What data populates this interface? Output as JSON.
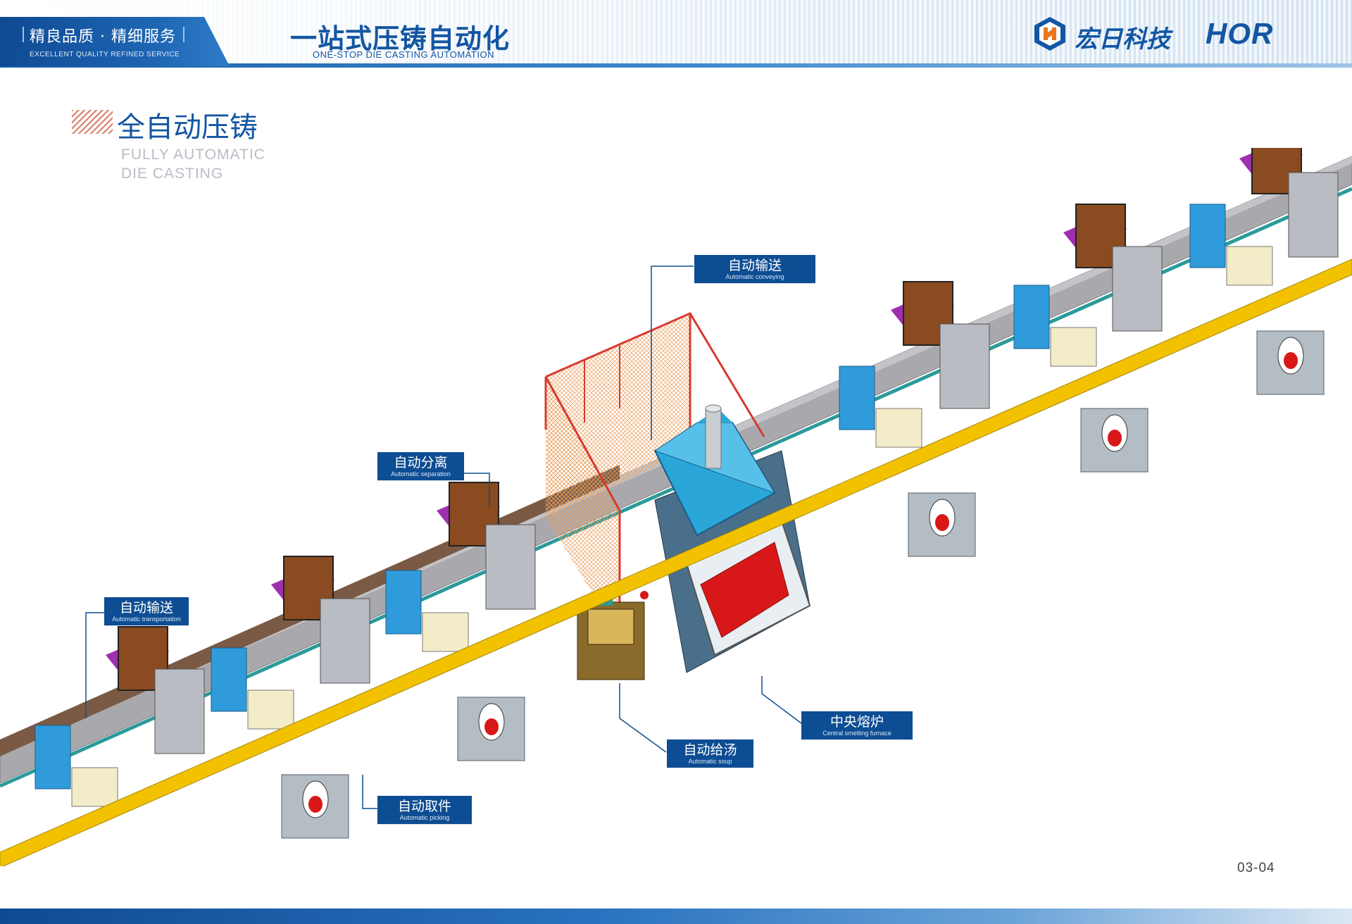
{
  "header": {
    "slogan_cn": "精良品质 · 精细服务",
    "slogan_en": "EXCELLENT QUALITY  REFINED SERVICE",
    "title_cn": "一站式压铸自动化",
    "title_en": "ONE-STOP DIE CASTING AUTOMATION",
    "brand_cn": "宏日科技",
    "brand_en": "HOR",
    "logo_icon": "hexagon-h-logo-icon"
  },
  "section": {
    "title_cn": "全自动压铸",
    "title_en_line1": "FULLY AUTOMATIC",
    "title_en_line2": "DIE CASTING"
  },
  "callouts": {
    "conveying": {
      "cn": "自动输送",
      "en": "Automatic conveying"
    },
    "separation": {
      "cn": "自动分离",
      "en": "Automatic separation"
    },
    "transportation": {
      "cn": "自动输送",
      "en": "Automatic transportation"
    },
    "picking": {
      "cn": "自动取件",
      "en": "Automatic picking"
    },
    "soup": {
      "cn": "自动给汤",
      "en": "Automatic soup"
    },
    "furnace": {
      "cn": "中央熔炉",
      "en": "Central smelting furnace"
    }
  },
  "footer": {
    "page_number": "03-04"
  },
  "colors": {
    "brand_blue": "#1356a3",
    "callout_blue": "#0d4d93",
    "rail_yellow": "#f2c200",
    "machine_blue": "#2f9bdb",
    "hopper_brown": "#8a4b20",
    "cover_purple": "#a02fb0",
    "furnace_red": "#d81818",
    "cage_red": "#d93a2f"
  }
}
